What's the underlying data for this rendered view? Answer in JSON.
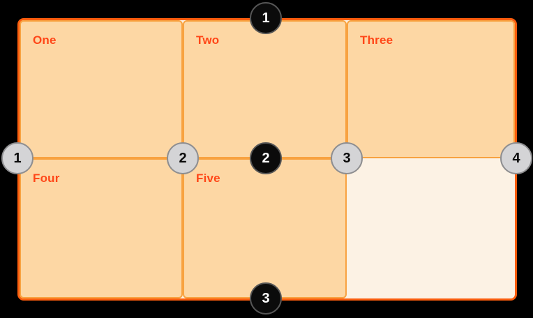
{
  "diagram": {
    "description": "CSS grid layout diagram: 3-column by 2-row grid with five filled cells and numbered grid-line markers",
    "cells": [
      {
        "label": "One"
      },
      {
        "label": "Two"
      },
      {
        "label": "Three"
      },
      {
        "label": "Four"
      },
      {
        "label": "Five"
      },
      {
        "label": ""
      }
    ],
    "row_line_markers": [
      {
        "number": "1"
      },
      {
        "number": "2"
      },
      {
        "number": "3"
      }
    ],
    "column_line_markers": [
      {
        "number": "1"
      },
      {
        "number": "2"
      },
      {
        "number": "3"
      },
      {
        "number": "4"
      }
    ],
    "colors": {
      "background": "#000000",
      "container_border": "#fb5d0d",
      "container_background": "#fcf2e4",
      "cell_fill": "#fdd7a4",
      "cell_border": "#f8a240",
      "cell_label": "#ff4617",
      "row_marker_fill": "#0b0b0b",
      "row_marker_text": "#ffffff",
      "column_marker_fill": "#d4d4d6",
      "column_marker_border": "#8e8e90",
      "column_marker_text": "#0a0a0a"
    }
  }
}
